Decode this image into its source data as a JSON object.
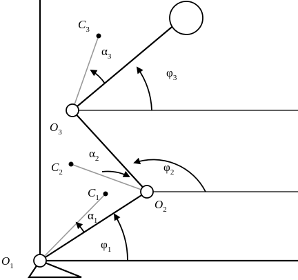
{
  "figure": {
    "joints": {
      "o1": {
        "letter": "O",
        "sub": "1"
      },
      "o2": {
        "letter": "O",
        "sub": "2"
      },
      "o3": {
        "letter": "O",
        "sub": "3"
      }
    },
    "mass_points": {
      "c1": {
        "letter": "C",
        "sub": "1"
      },
      "c2": {
        "letter": "C",
        "sub": "2"
      },
      "c3": {
        "letter": "C",
        "sub": "3"
      }
    },
    "link_angles": {
      "phi1": {
        "letter": "φ",
        "sub": "1"
      },
      "phi2": {
        "letter": "φ",
        "sub": "2"
      },
      "phi3": {
        "letter": "φ",
        "sub": "3"
      }
    },
    "offset_angles": {
      "alpha1": {
        "letter": "α",
        "sub": "1"
      },
      "alpha2": {
        "letter": "α",
        "sub": "2"
      },
      "alpha3": {
        "letter": "α",
        "sub": "3"
      }
    },
    "colors": {
      "lines": "#000000",
      "mass_lines": "#999999",
      "background": "#ffffff"
    }
  }
}
